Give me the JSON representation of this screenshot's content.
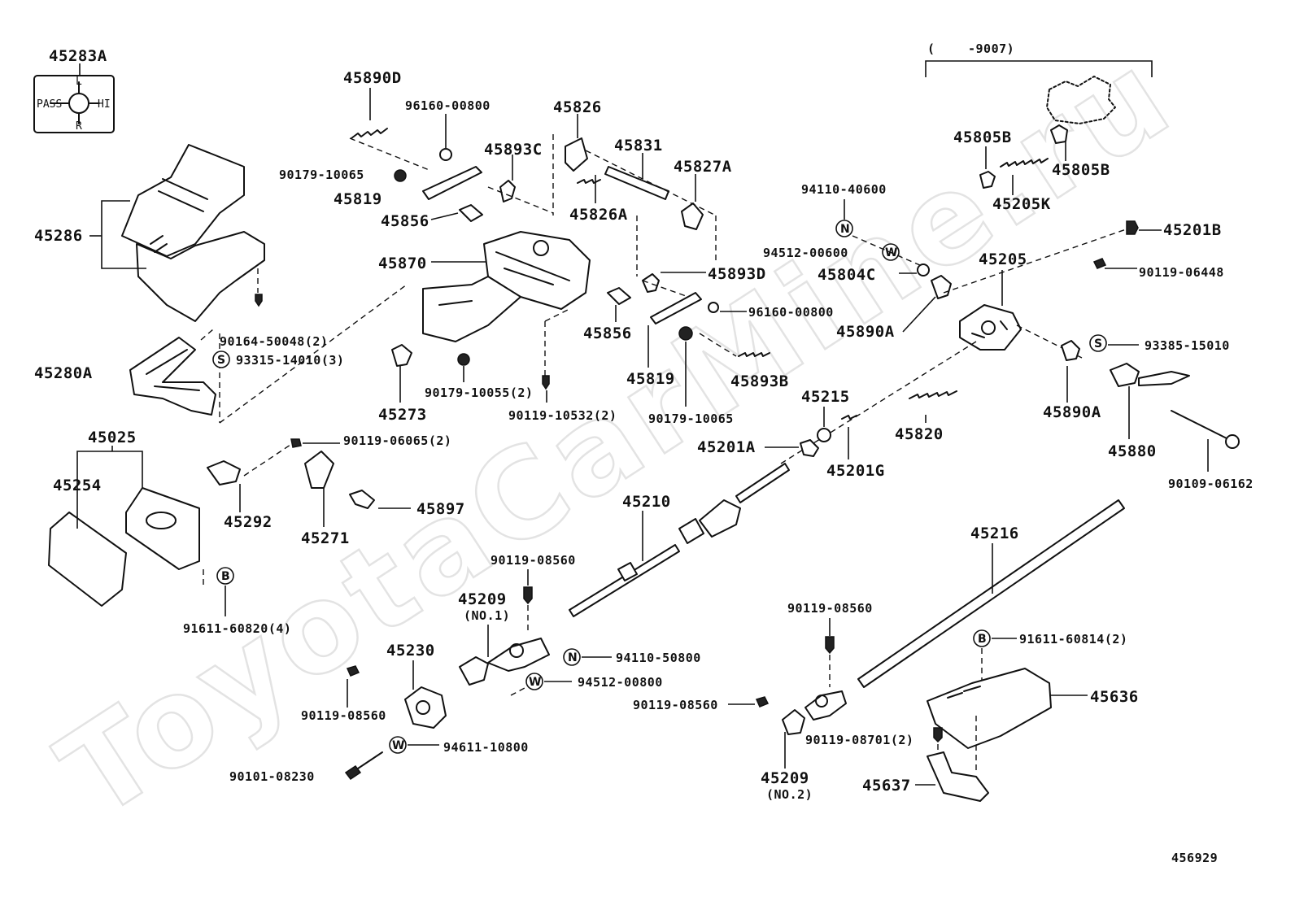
{
  "diagram": {
    "watermark": "ToyotaCarMine.ru",
    "figure_number": "456929",
    "range_note": {
      "left": "(",
      "right": "-9007)"
    },
    "inset_letters": {
      "pass": "PASS",
      "hi": "HI",
      "l": "L",
      "r": "R"
    },
    "labels": {
      "l45283A": "45283A",
      "l45890D": "45890D",
      "l96160_1": "96160-00800",
      "l45826": "45826",
      "l45831": "45831",
      "l45827A": "45827A",
      "l45893C": "45893C",
      "l90179_1": "90179-10065",
      "l45819_1": "45819",
      "l45856_1": "45856",
      "l45826A": "45826A",
      "l45286": "45286",
      "l45870": "45870",
      "l45893D": "45893D",
      "l96160_2": "96160-00800",
      "l45856_2": "45856",
      "l45819_2": "45819",
      "l45893B": "45893B",
      "l90179_2": "90179-10065",
      "l90164": "90164-50048(2)",
      "l93315": "93315-14010(3)",
      "l45280A": "45280A",
      "l45273": "45273",
      "l90179_3": "90179-10055(2)",
      "l90119_10532": "90119-10532(2)",
      "l45805B_1": "45805B",
      "l45805B_2": "45805B",
      "l45205K": "45205K",
      "l94110_40600": "94110-40600",
      "l94512_00600": "94512-00600",
      "l45804C": "45804C",
      "l45205": "45205",
      "l45201B": "45201B",
      "l90119_06448": "90119-06448",
      "l45890A_1": "45890A",
      "l93385": "93385-15010",
      "l45215": "45215",
      "l45201A": "45201A",
      "l45201G": "45201G",
      "l45820": "45820",
      "l45890A_2": "45890A",
      "l45880": "45880",
      "l90109": "90109-06162",
      "l45025": "45025",
      "l45254": "45254",
      "l90119_06065": "90119-06065(2)",
      "l45292": "45292",
      "l45897": "45897",
      "l45271": "45271",
      "l91611_60820": "91611-60820(4)",
      "l45210": "45210",
      "l45216": "45216",
      "l90119_08560_a": "90119-08560",
      "l45209_1": "45209",
      "l45209_1n": "(NO.1)",
      "l45230": "45230",
      "l94110_50800": "94110-50800",
      "l94512_00800": "94512-00800",
      "l90119_08560_b": "90119-08560",
      "l94611": "94611-10800",
      "l90101": "90101-08230",
      "l90119_08560_c": "90119-08560",
      "l90119_08560_d": "90119-08560",
      "l91611_60814": "91611-60814(2)",
      "l45636": "45636",
      "l90119_08701": "90119-08701(2)",
      "l45209_2": "45209",
      "l45209_2n": "(NO.2)",
      "l45637": "45637"
    },
    "symbols": {
      "s_n1": "N",
      "s_w1": "W",
      "s_s1": "S",
      "s_s2": "S",
      "s_b1": "B",
      "s_n2": "N",
      "s_w2": "W",
      "s_w3": "W",
      "s_b2": "B"
    }
  }
}
